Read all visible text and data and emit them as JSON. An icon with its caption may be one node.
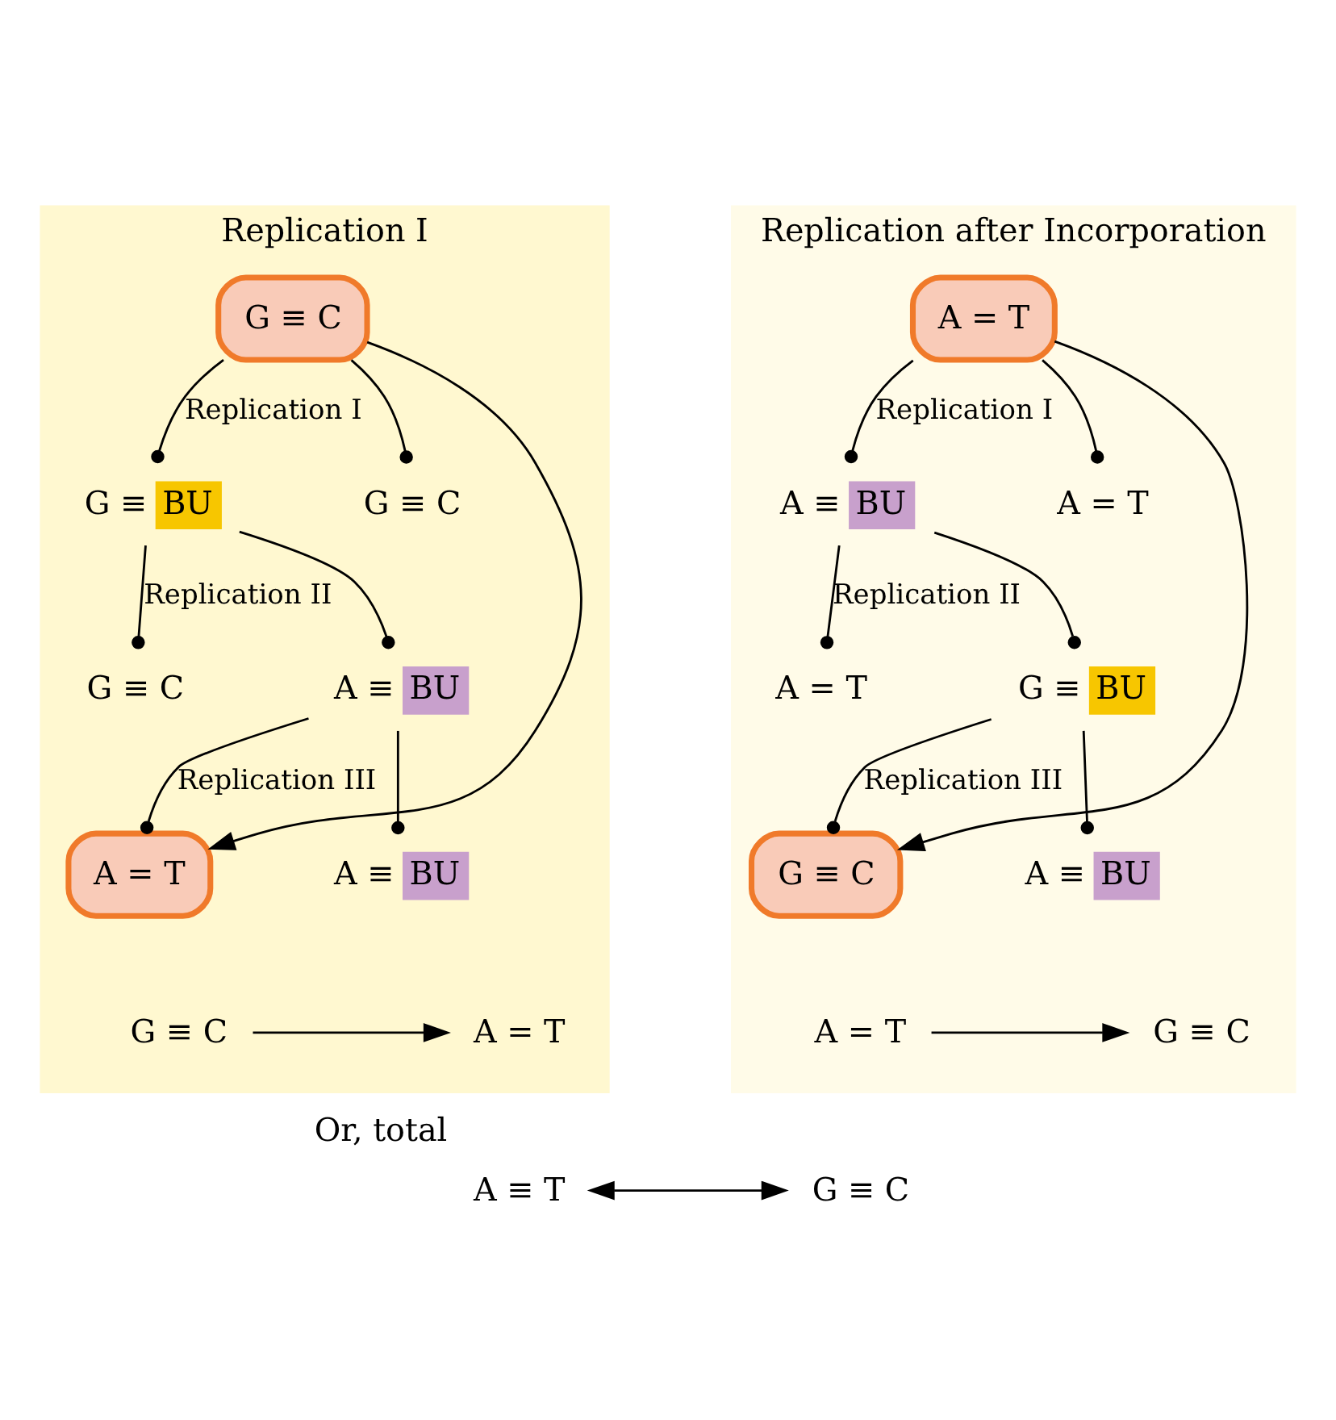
{
  "diagram": {
    "nodes": [
      {
        "text": [
          "Replication I"
        ]
      },
      {
        "text": [
          "G ≡ C"
        ],
        "in": 0
      },
      {
        "text": [
          "G ≡",
          "BU"
        ],
        "in": 0
      },
      {
        "text": [
          "G ≡ C"
        ],
        "in": 0
      },
      {
        "text": [
          "G ≡ C"
        ],
        "in": 0
      },
      {
        "text": [
          "A ≡",
          "BU"
        ],
        "in": 0
      },
      {
        "text": [
          "A = T"
        ],
        "in": 0
      },
      {
        "text": [
          "A ≡",
          "BU"
        ],
        "in": 0
      },
      {
        "text": [
          "G ≡ C"
        ],
        "in": 0
      },
      {
        "text": [
          "A = T"
        ],
        "in": 0
      },
      {
        "text": [
          "Replication after Incorporation"
        ]
      },
      {
        "text": [
          "A = T"
        ],
        "in": 10
      },
      {
        "text": [
          "A ≡",
          "BU"
        ],
        "in": 10
      },
      {
        "text": [
          "A = T"
        ],
        "in": 10
      },
      {
        "text": [
          "A = T"
        ],
        "in": 10
      },
      {
        "text": [
          "G ≡",
          "BU"
        ],
        "in": 10
      },
      {
        "text": [
          "G ≡ C"
        ],
        "in": 10
      },
      {
        "text": [
          "A ≡",
          "BU"
        ],
        "in": 10
      },
      {
        "text": [
          "A = T"
        ],
        "in": 10
      },
      {
        "text": [
          "G ≡ C"
        ],
        "in": 10
      },
      {
        "text": [
          "A ≡ T"
        ],
        "beside": [
          "Or, total"
        ]
      },
      {
        "text": [
          "G ≡ C"
        ]
      }
    ],
    "edges": [
      {
        "from": 1,
        "to": 2,
        "arrow": "other",
        "label": "Replication I"
      },
      {
        "from": 1,
        "to": 3,
        "arrow": "other"
      },
      {
        "from": 2,
        "to": 4,
        "arrow": "other",
        "label": "Replication II"
      },
      {
        "from": 2,
        "to": 5,
        "arrow": "other"
      },
      {
        "from": 5,
        "to": 6,
        "arrow": "other",
        "label": "Replication III"
      },
      {
        "from": 5,
        "to": 7,
        "arrow": "other"
      },
      {
        "from": 1,
        "to": 6,
        "arrow": "to"
      },
      {
        "from": 8,
        "to": 9,
        "arrow": "to"
      },
      {
        "from": 11,
        "to": 12,
        "arrow": "other",
        "label": "Replication I"
      },
      {
        "from": 11,
        "to": 13,
        "arrow": "other"
      },
      {
        "from": 12,
        "to": 14,
        "arrow": "other",
        "label": "Replication II"
      },
      {
        "from": 12,
        "to": 15,
        "arrow": "other"
      },
      {
        "from": 15,
        "to": 16,
        "arrow": "other",
        "label": "Replication III"
      },
      {
        "from": 15,
        "to": 17,
        "arrow": "other"
      },
      {
        "from": 11,
        "to": 16,
        "arrow": "to"
      },
      {
        "from": 18,
        "to": 19,
        "arrow": "to"
      },
      {
        "from": 20,
        "to": 21,
        "arrow": "both"
      }
    ]
  }
}
